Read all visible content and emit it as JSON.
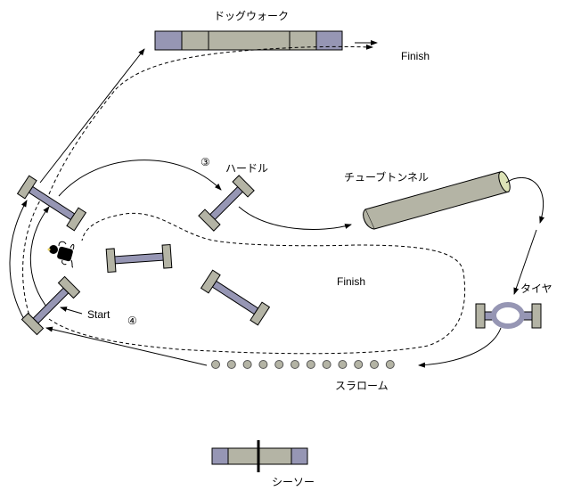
{
  "colors": {
    "plank": "#9696b4",
    "board": "#b4b4a5",
    "tunnel_opening": "#dde3b6",
    "outline": "#000000"
  },
  "labels": {
    "dogwalk": "ドッグウォーク",
    "finish_top": "Finish",
    "hurdle": "ハードル",
    "step3": "③",
    "tunnel": "チューブトンネル",
    "finish_mid": "Finish",
    "start": "Start",
    "step4": "④",
    "tire": "タイヤ",
    "slalom": "スラローム",
    "seesaw": "シーソー"
  },
  "slalom": {
    "pole_count": 12
  },
  "legend_arrows": {
    "solid": "solid-arrow",
    "dashed": "dashed-arrow"
  }
}
